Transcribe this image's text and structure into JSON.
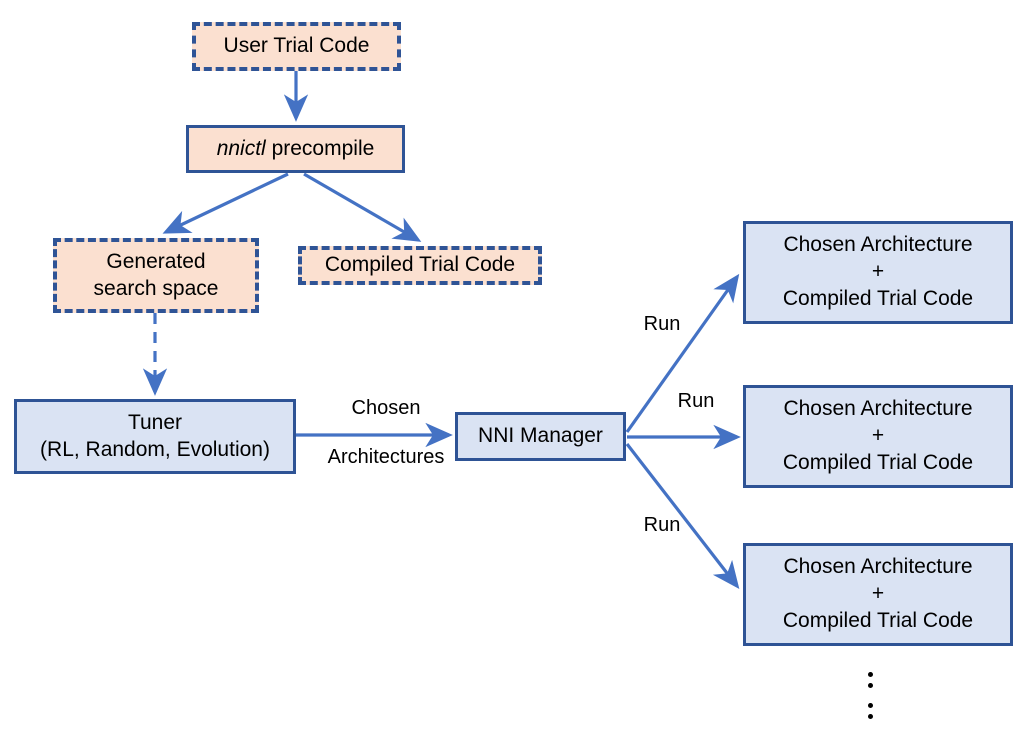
{
  "diagram": {
    "title": "NNI precompile architecture flow",
    "colors": {
      "peach_fill": "#FBE0D0",
      "blue_fill": "#DAE3F3",
      "border_navy": "#2F5496",
      "arrow_blue": "#4472C4"
    },
    "nodes": {
      "user_trial_code": "User Trial Code",
      "nnictl_emphasis": "nnictl",
      "nnictl_rest": " precompile",
      "generated_search_space_line1": "Generated",
      "generated_search_space_line2": "search space",
      "compiled_trial_code": "Compiled Trial Code",
      "tuner_line1": "Tuner",
      "tuner_line2": "(RL, Random, Evolution)",
      "nni_manager": "NNI Manager",
      "trial_line1": "Chosen Architecture",
      "trial_line2": "+",
      "trial_line3": "Compiled Trial Code"
    },
    "edge_labels": {
      "chosen_architectures_line1": "Chosen",
      "chosen_architectures_line2": "Architectures",
      "run_1": "Run",
      "run_2": "Run",
      "run_3": "Run"
    },
    "continuation": "vertical-ellipsis"
  }
}
